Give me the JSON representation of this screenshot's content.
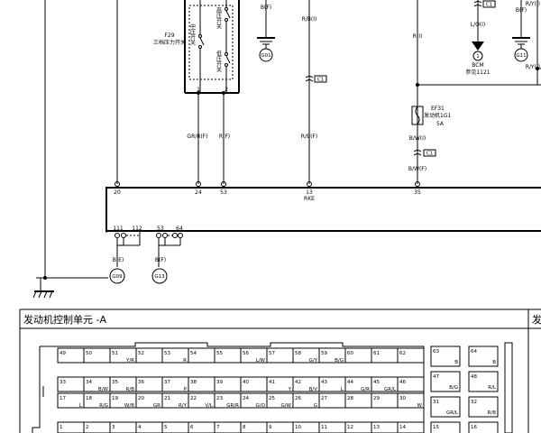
{
  "top": {
    "switch_high": "高压开关",
    "switch_mid": "中压开关",
    "switch_low": "低压开关",
    "f29_id": "F29",
    "f29_name": "三档压力开关",
    "pin1": "1",
    "pin2": "2",
    "wire_b_f_top": "B(F)",
    "ground_g01": "G01",
    "wire_r_b_top": "R/B(I)",
    "wire_l_o": "L/O(I)",
    "connector_c1": "C1",
    "bcm_pin": "1",
    "bcm_label": "BCM",
    "bcm_ref": "参见1121",
    "wire_r_i": "R(I)",
    "wire_b_f_right": "B(F)",
    "ground_g11": "G11",
    "wire_r_y_right": "R/Y(I)",
    "fuse_id": "EF31",
    "fuse_name": "发动机1G1",
    "fuse_rating": "5A",
    "wire_gr_r": "GR/R(F)",
    "wire_r_f": "R(F)",
    "wire_r_b_mid": "R/B(F)",
    "wire_b_w": "B/W(I)",
    "connector_c1_mid": "C1",
    "connector_c1_right": "C1",
    "wire_b_w_f": "B/W(F)"
  },
  "ecu_pins": {
    "p20": "20",
    "p24": "24",
    "p53": "53",
    "p13": "13",
    "p13_name": "RKE",
    "p35": "35",
    "p111": "111",
    "p112": "112",
    "p53b": "53",
    "p64": "64"
  },
  "bottom_grounds": {
    "wire_left": "B(E)",
    "ground_left": "G09",
    "wire_right": "B(F)",
    "ground_right": "G13"
  },
  "connector_panel": {
    "title": "发动机控制单元 -A",
    "right_title": "发",
    "row1": [
      {
        "n": "49",
        "c": ""
      },
      {
        "n": "50",
        "c": ""
      },
      {
        "n": "51",
        "c": "Y/R"
      },
      {
        "n": "52",
        "c": ""
      },
      {
        "n": "53",
        "c": "R"
      },
      {
        "n": "54",
        "c": ""
      },
      {
        "n": "55",
        "c": ""
      },
      {
        "n": "56",
        "c": "L/W"
      },
      {
        "n": "57",
        "c": ""
      },
      {
        "n": "58",
        "c": "G/Y"
      },
      {
        "n": "59",
        "c": "B/G"
      },
      {
        "n": "60",
        "c": ""
      },
      {
        "n": "61",
        "c": ""
      },
      {
        "n": "62",
        "c": ""
      }
    ],
    "row2": [
      {
        "n": "33",
        "c": ""
      },
      {
        "n": "34",
        "c": "B/W"
      },
      {
        "n": "35",
        "c": "R/B"
      },
      {
        "n": "36",
        "c": ""
      },
      {
        "n": "37",
        "c": "P"
      },
      {
        "n": "38",
        "c": ""
      },
      {
        "n": "39",
        "c": ""
      },
      {
        "n": "40",
        "c": ""
      },
      {
        "n": "41",
        "c": "Y"
      },
      {
        "n": "42",
        "c": "B/V"
      },
      {
        "n": "43",
        "c": "L"
      },
      {
        "n": "44",
        "c": "G/R"
      },
      {
        "n": "45",
        "c": "GR/L"
      },
      {
        "n": "46",
        "c": ""
      }
    ],
    "row3": [
      {
        "n": "17",
        "c": "L"
      },
      {
        "n": "18",
        "c": "R/G"
      },
      {
        "n": "19",
        "c": "W/B"
      },
      {
        "n": "20",
        "c": "GR"
      },
      {
        "n": "21",
        "c": "R/Y"
      },
      {
        "n": "22",
        "c": "V/L"
      },
      {
        "n": "23",
        "c": "GR/R"
      },
      {
        "n": "24",
        "c": "G/O"
      },
      {
        "n": "25",
        "c": "G/W"
      },
      {
        "n": "26",
        "c": "G"
      },
      {
        "n": "27",
        "c": ""
      },
      {
        "n": "28",
        "c": ""
      },
      {
        "n": "29",
        "c": ""
      },
      {
        "n": "30",
        "c": "W"
      }
    ],
    "row4": [
      {
        "n": "1"
      },
      {
        "n": "2"
      },
      {
        "n": "3"
      },
      {
        "n": "4"
      },
      {
        "n": "5"
      },
      {
        "n": "6"
      },
      {
        "n": "7"
      },
      {
        "n": "8"
      },
      {
        "n": "9"
      },
      {
        "n": "10"
      },
      {
        "n": "11"
      },
      {
        "n": "12"
      },
      {
        "n": "13"
      },
      {
        "n": "14"
      }
    ],
    "right_block": [
      {
        "n": "63",
        "c": "B"
      },
      {
        "n": "64",
        "c": "B"
      },
      {
        "n": "47",
        "c": "B/G"
      },
      {
        "n": "48",
        "c": "R/L"
      },
      {
        "n": "31",
        "c": "GR/L"
      },
      {
        "n": "32",
        "c": "R/B"
      },
      {
        "n": "15",
        "c": ""
      },
      {
        "n": "16",
        "c": ""
      }
    ]
  }
}
